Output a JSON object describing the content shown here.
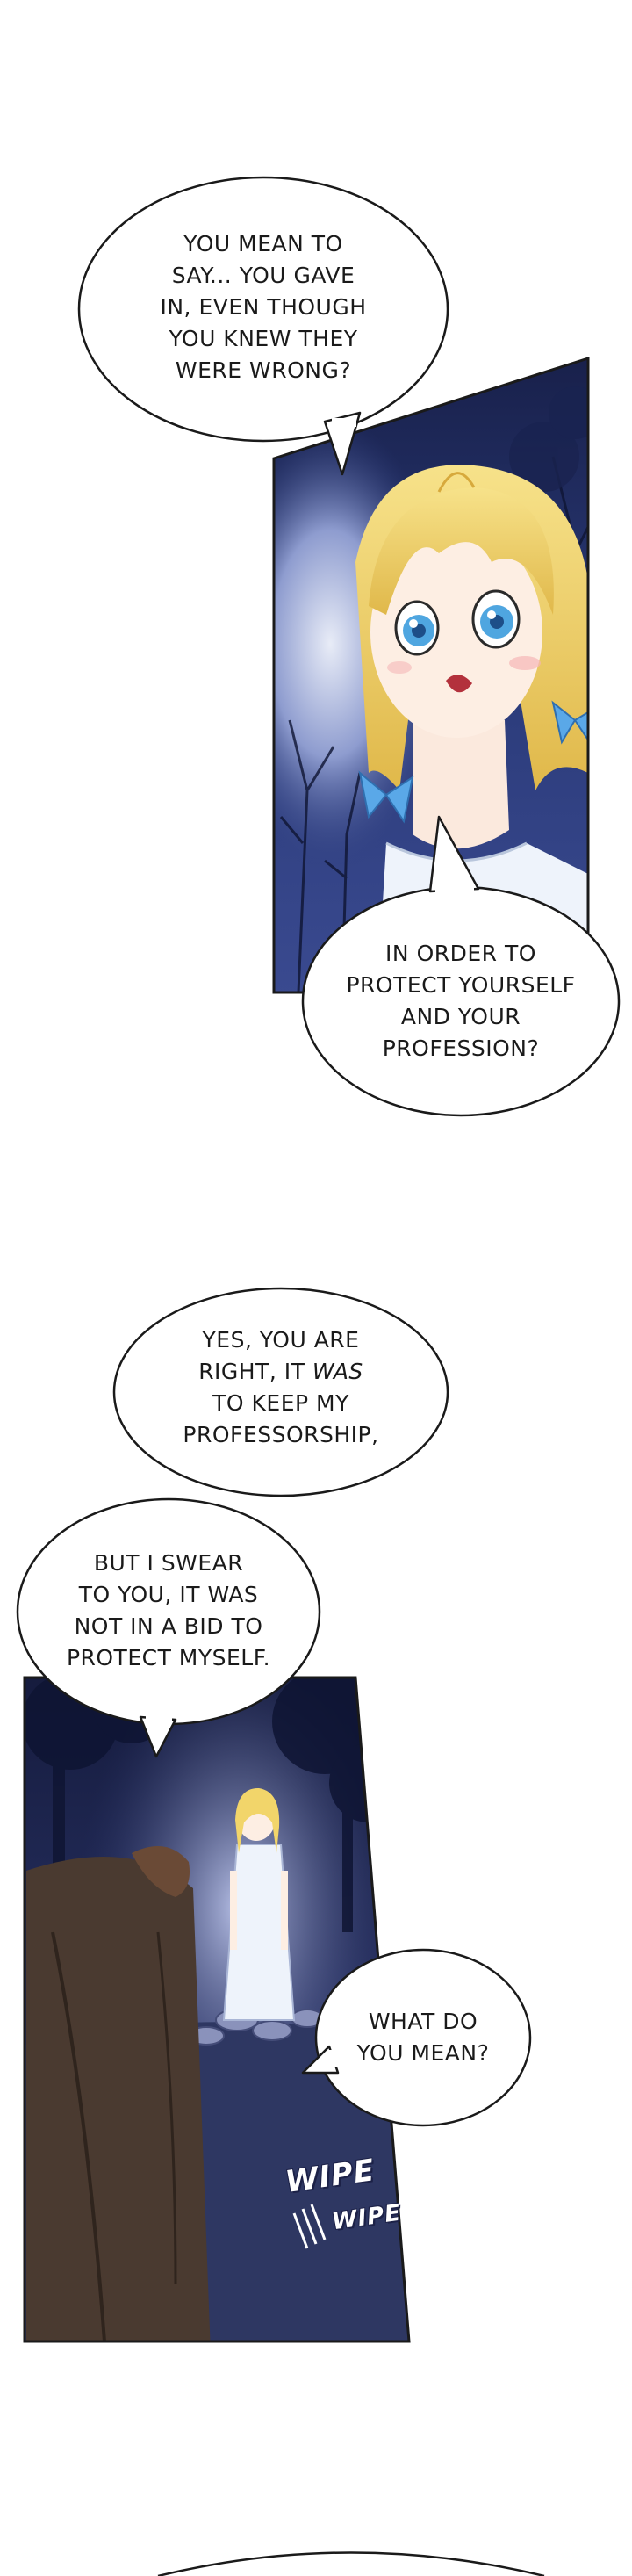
{
  "bubbles": {
    "b1": [
      "YOU MEAN TO",
      "SAY... YOU GAVE",
      "IN, EVEN THOUGH",
      "YOU KNEW THEY",
      "WERE WRONG?"
    ],
    "b2": [
      "IN ORDER TO",
      "PROTECT YOURSELF",
      "AND YOUR",
      "PROFESSION?"
    ],
    "b3": {
      "line1": "YES, YOU ARE",
      "line2_prefix": "RIGHT, IT ",
      "line2_em": "WAS",
      "line3": "TO KEEP MY",
      "line4": "PROFESSORSHIP,"
    },
    "b4": [
      "BUT I SWEAR",
      "TO YOU, IT WAS",
      "NOT IN A BID TO",
      "PROTECT MYSELF."
    ],
    "b5": [
      "WHAT DO",
      "YOU MEAN?"
    ]
  },
  "sfx": {
    "wipe1": "WIPE",
    "wipe2": "WIPE"
  },
  "colors": {
    "night_sky": "#1f2a5c",
    "night_deep": "#121838",
    "hair": "#f2d56a",
    "eyes": "#4fa6e0",
    "ribbon": "#5aa8e8",
    "coat": "#4a3a30"
  }
}
